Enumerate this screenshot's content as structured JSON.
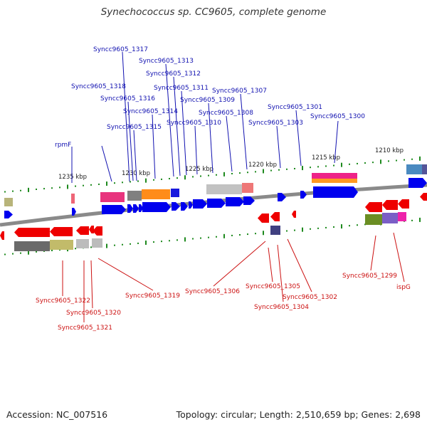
{
  "title": "Synechococcus sp. CC9605, complete genome",
  "footer": {
    "accession": "Accession: NC_007516",
    "summary": "Topology: circular; Length: 2,510,659 bp; Genes: 2,698"
  },
  "colors": {
    "backbone": "#888888",
    "forward_gene": "#0000ee",
    "reverse_gene": "#ee0000",
    "forward_label": "#1010b0",
    "reverse_label": "#cc1111",
    "tick": "#1e8a1e"
  },
  "kbp_labels": [
    "1235 kbp",
    "1230 kbp",
    "1225 kbp",
    "1220 kbp",
    "1215 kbp",
    "1210 kbp"
  ],
  "forward_labels": [
    "rpmF",
    "Syncc9605_1318",
    "Syncc9605_1317",
    "Syncc9605_1316",
    "Syncc9605_1315",
    "Syncc9605_1314",
    "Syncc9605_1313",
    "Syncc9605_1312",
    "Syncc9605_1311",
    "Syncc9605_1310",
    "Syncc9605_1309",
    "Syncc9605_1308",
    "Syncc9605_1307",
    "Syncc9605_1303",
    "Syncc9605_1301",
    "Syncc9605_1300"
  ],
  "reverse_labels": [
    "Syncc9605_1322",
    "Syncc9605_1321",
    "Syncc9605_1320",
    "Syncc9605_1319",
    "Syncc9605_1306",
    "Syncc9605_1305",
    "Syncc9605_1304",
    "Syncc9605_1302",
    "Syncc9605_1299",
    "ispG"
  ]
}
